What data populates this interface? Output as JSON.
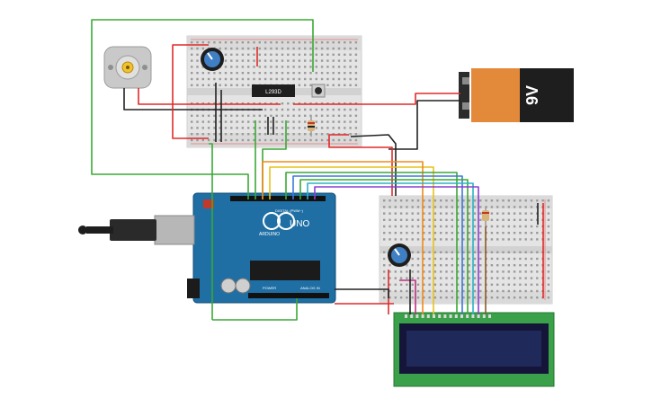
{
  "battery": {
    "label": "9V"
  },
  "motor_driver": {
    "chip_label": "L293D"
  },
  "arduino": {
    "board_label": "UNO",
    "brand_label": "ARDUINO",
    "digital_label": "DIGITAL (PWM~)",
    "power_label": "POWER",
    "analog_label": "ANALOG IN"
  },
  "colors": {
    "wire_red": "#e02a2a",
    "wire_black": "#222222",
    "wire_green": "#3aa935",
    "wire_yellow": "#e8c21a",
    "wire_orange": "#f08a1c",
    "wire_blue": "#3b78d8",
    "wire_purple": "#8a3fd1",
    "wire_brown": "#8a5a2b",
    "wire_cyan": "#2bb3c4",
    "board_blue": "#1f6fa5",
    "lcd_green": "#3aa14a",
    "lcd_screen": "#1f2a5a",
    "battery_orange": "#e38a3a",
    "battery_black": "#1e1e1e"
  }
}
